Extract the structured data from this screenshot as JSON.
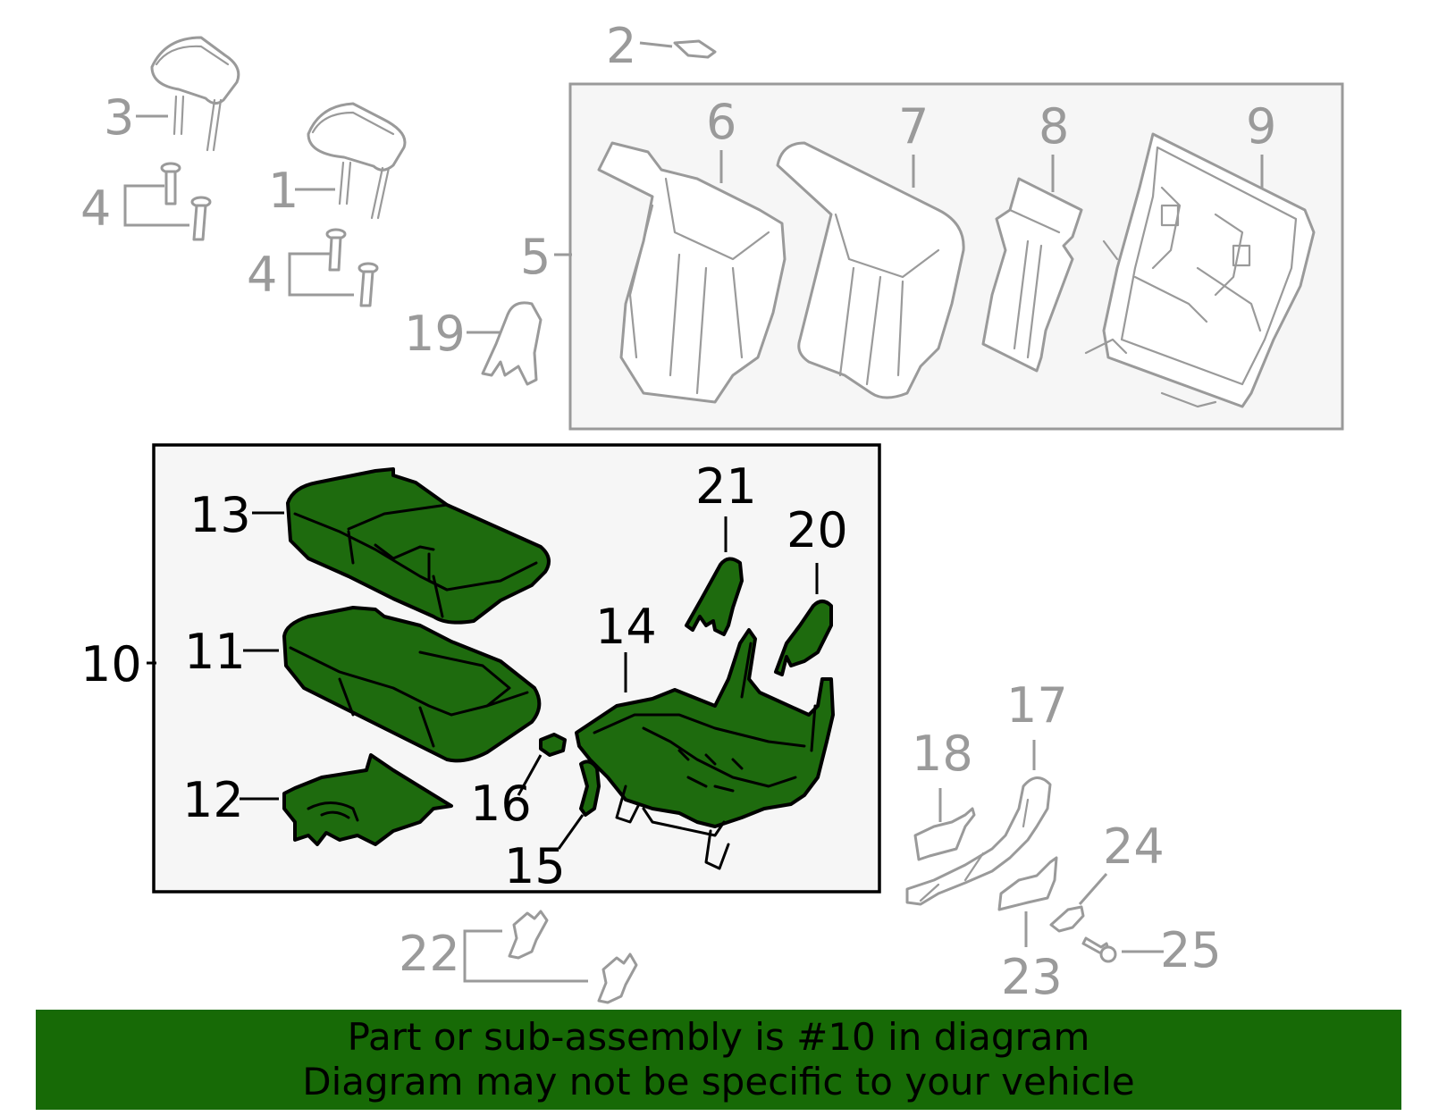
{
  "colors": {
    "highlight_fill": "#1e6b0e",
    "banner_bg": "#176a06",
    "muted_part": "#9a9a9a",
    "box_bg": "#f6f6f6"
  },
  "callouts": {
    "c1": "1",
    "c2": "2",
    "c3": "3",
    "c4a": "4",
    "c4b": "4",
    "c5": "5",
    "c6": "6",
    "c7": "7",
    "c8": "8",
    "c9": "9",
    "c10": "10",
    "c11": "11",
    "c12": "12",
    "c13": "13",
    "c14": "14",
    "c15": "15",
    "c16": "16",
    "c17": "17",
    "c18": "18",
    "c19": "19",
    "c20": "20",
    "c21": "21",
    "c22": "22",
    "c23": "23",
    "c24": "24",
    "c25": "25"
  },
  "banner": {
    "line1": "Part or sub-assembly is #10 in diagram",
    "line2": "Diagram may not be specific to your vehicle"
  }
}
